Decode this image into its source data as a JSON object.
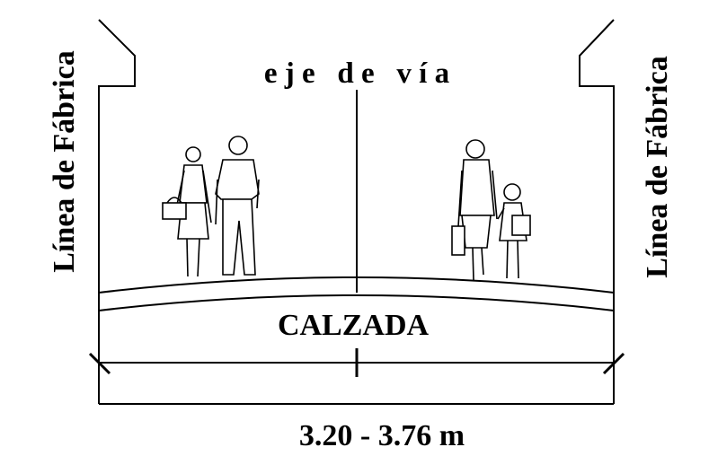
{
  "diagram": {
    "left_label": "Línea de Fábrica",
    "right_label": "Línea de Fábrica",
    "axis_label": "e j e   d e   v í a",
    "roadway_label": "CALZADA",
    "width_label": "3.20 - 3.76 m"
  },
  "colors": {
    "line": "#000000",
    "background": "#ffffff"
  }
}
